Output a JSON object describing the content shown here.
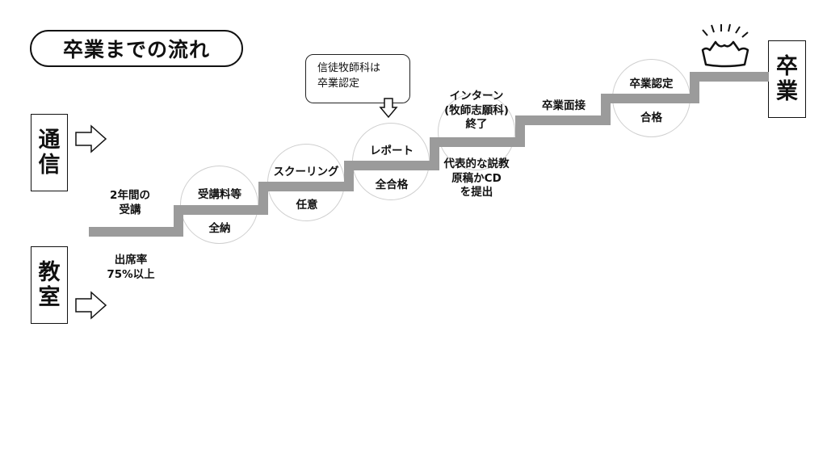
{
  "title": "卒業までの流れ",
  "left_boxes": {
    "tsushin": [
      "通",
      "信"
    ],
    "kyoshitsu": [
      "教",
      "室"
    ]
  },
  "goal_box": [
    "卒",
    "業"
  ],
  "callout": {
    "line1": "信徒牧師科は",
    "line2": "卒業認定"
  },
  "steps": {
    "s1": {
      "top": [
        "2年間の",
        "受講"
      ],
      "bottom": [
        "出席率",
        "75%以上"
      ]
    },
    "s2": {
      "top": "受講料等",
      "bottom": "全納"
    },
    "s3": {
      "top": "スクーリング",
      "bottom": "任意"
    },
    "s4": {
      "top": "レポート",
      "bottom": "全合格"
    },
    "s5": {
      "top": [
        "インターン",
        "(牧師志願科)",
        "終了"
      ],
      "bottom": [
        "代表的な説教",
        "原稿かCD",
        "を提出"
      ]
    },
    "s6": {
      "top": "卒業面接"
    },
    "s7": {
      "top": "卒業認定",
      "bottom": "合格"
    }
  },
  "icons": {
    "arrow": "right-arrow-outline-icon",
    "down_arrow": "down-arrow-outline-icon",
    "crown": "crown-icon"
  },
  "colors": {
    "stair": "#9b9b9b",
    "ink": "#111111",
    "circle": "#cfcfcf"
  }
}
